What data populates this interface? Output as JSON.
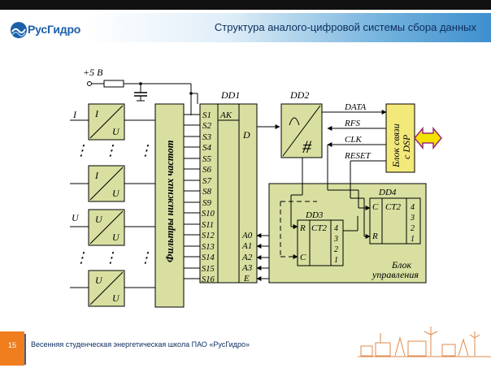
{
  "header": {
    "logo_text": "РусГидро",
    "title": "Структура аналого-цифровой системы сбора данных"
  },
  "diagram": {
    "supply_label": "+5 В",
    "input_current_label": "I",
    "input_voltage_label": "U",
    "converter_top_labels": [
      "I",
      "I",
      "U",
      "U"
    ],
    "converter_bottom_labels": [
      "U",
      "U",
      "U",
      "U"
    ],
    "ellipsis": "⋮",
    "filter_label": "Фильтры нижних частот",
    "dd1": {
      "label": "DD1",
      "inputs": [
        "S1",
        "S2",
        "S3",
        "S4",
        "S5",
        "S6",
        "S7",
        "S8",
        "S9",
        "S10",
        "S11",
        "S12",
        "S13",
        "S14",
        "S15",
        "S16"
      ],
      "ak": "AK",
      "d": "D",
      "addresses": [
        "A0",
        "A1",
        "A2",
        "A3",
        "E"
      ]
    },
    "dd2": {
      "label": "DD2"
    },
    "signals": [
      "DATA",
      "RFS",
      "CLK",
      "RESET"
    ],
    "comm_block": [
      "Блок связи",
      "с DSP"
    ],
    "control_block": [
      "Блок",
      "управления"
    ],
    "dd3": {
      "label": "DD3",
      "r": "R",
      "ct": "CT2",
      "c": "C",
      "outputs": [
        "4",
        "3",
        "2",
        "1"
      ]
    },
    "dd4": {
      "label": "DD4",
      "c": "C",
      "ct": "CT2",
      "r": "R",
      "outputs": [
        "4",
        "3",
        "2",
        "1"
      ]
    }
  },
  "footer": {
    "page_number": "15",
    "text": "Весенняя студенческая энергетическая школа ПАО «РусГидро»"
  },
  "colors": {
    "block_fill": "#d9dfa0",
    "comm_fill": "#f3e97a",
    "arrow_fill": "#f2e200",
    "accent": "#f07e1f",
    "title": "#0f2f60"
  }
}
